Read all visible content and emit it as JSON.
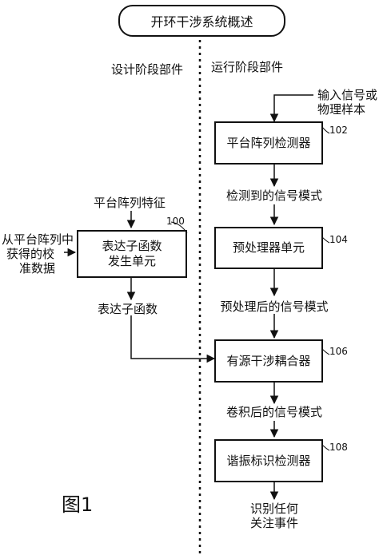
{
  "title": "开环干涉系统概述",
  "design_phase_label": "设计阶段部件",
  "runtime_phase_label": "运行阶段部件",
  "input_label_line1": "输入信号或",
  "input_label_line2": "物理样本",
  "platform_array_feature": "平台阵列特征",
  "calibration_line1": "从平台阵列中",
  "calibration_line2": "获得的校",
  "calibration_line3": "准数据",
  "expression_box_line1": "表达子函数",
  "expression_box_line2": "发生单元",
  "expression_box_ref": "100",
  "expression_function_label": "表达子函数",
  "detector_box": "平台阵列检测器",
  "detector_ref": "102",
  "detected_pattern": "检测到的信号模式",
  "preprocessor_box": "预处理器单元",
  "preprocessor_ref": "104",
  "preprocessed_pattern": "预处理后的信号模式",
  "coupler_box": "有源干涉耦合器",
  "coupler_ref": "106",
  "convolved_pattern": "卷积后的信号模式",
  "spectral_box": "谐振标识检测器",
  "spectral_ref": "108",
  "output_line1": "识别任何",
  "output_line2": "关注事件",
  "figure_label": "图1"
}
